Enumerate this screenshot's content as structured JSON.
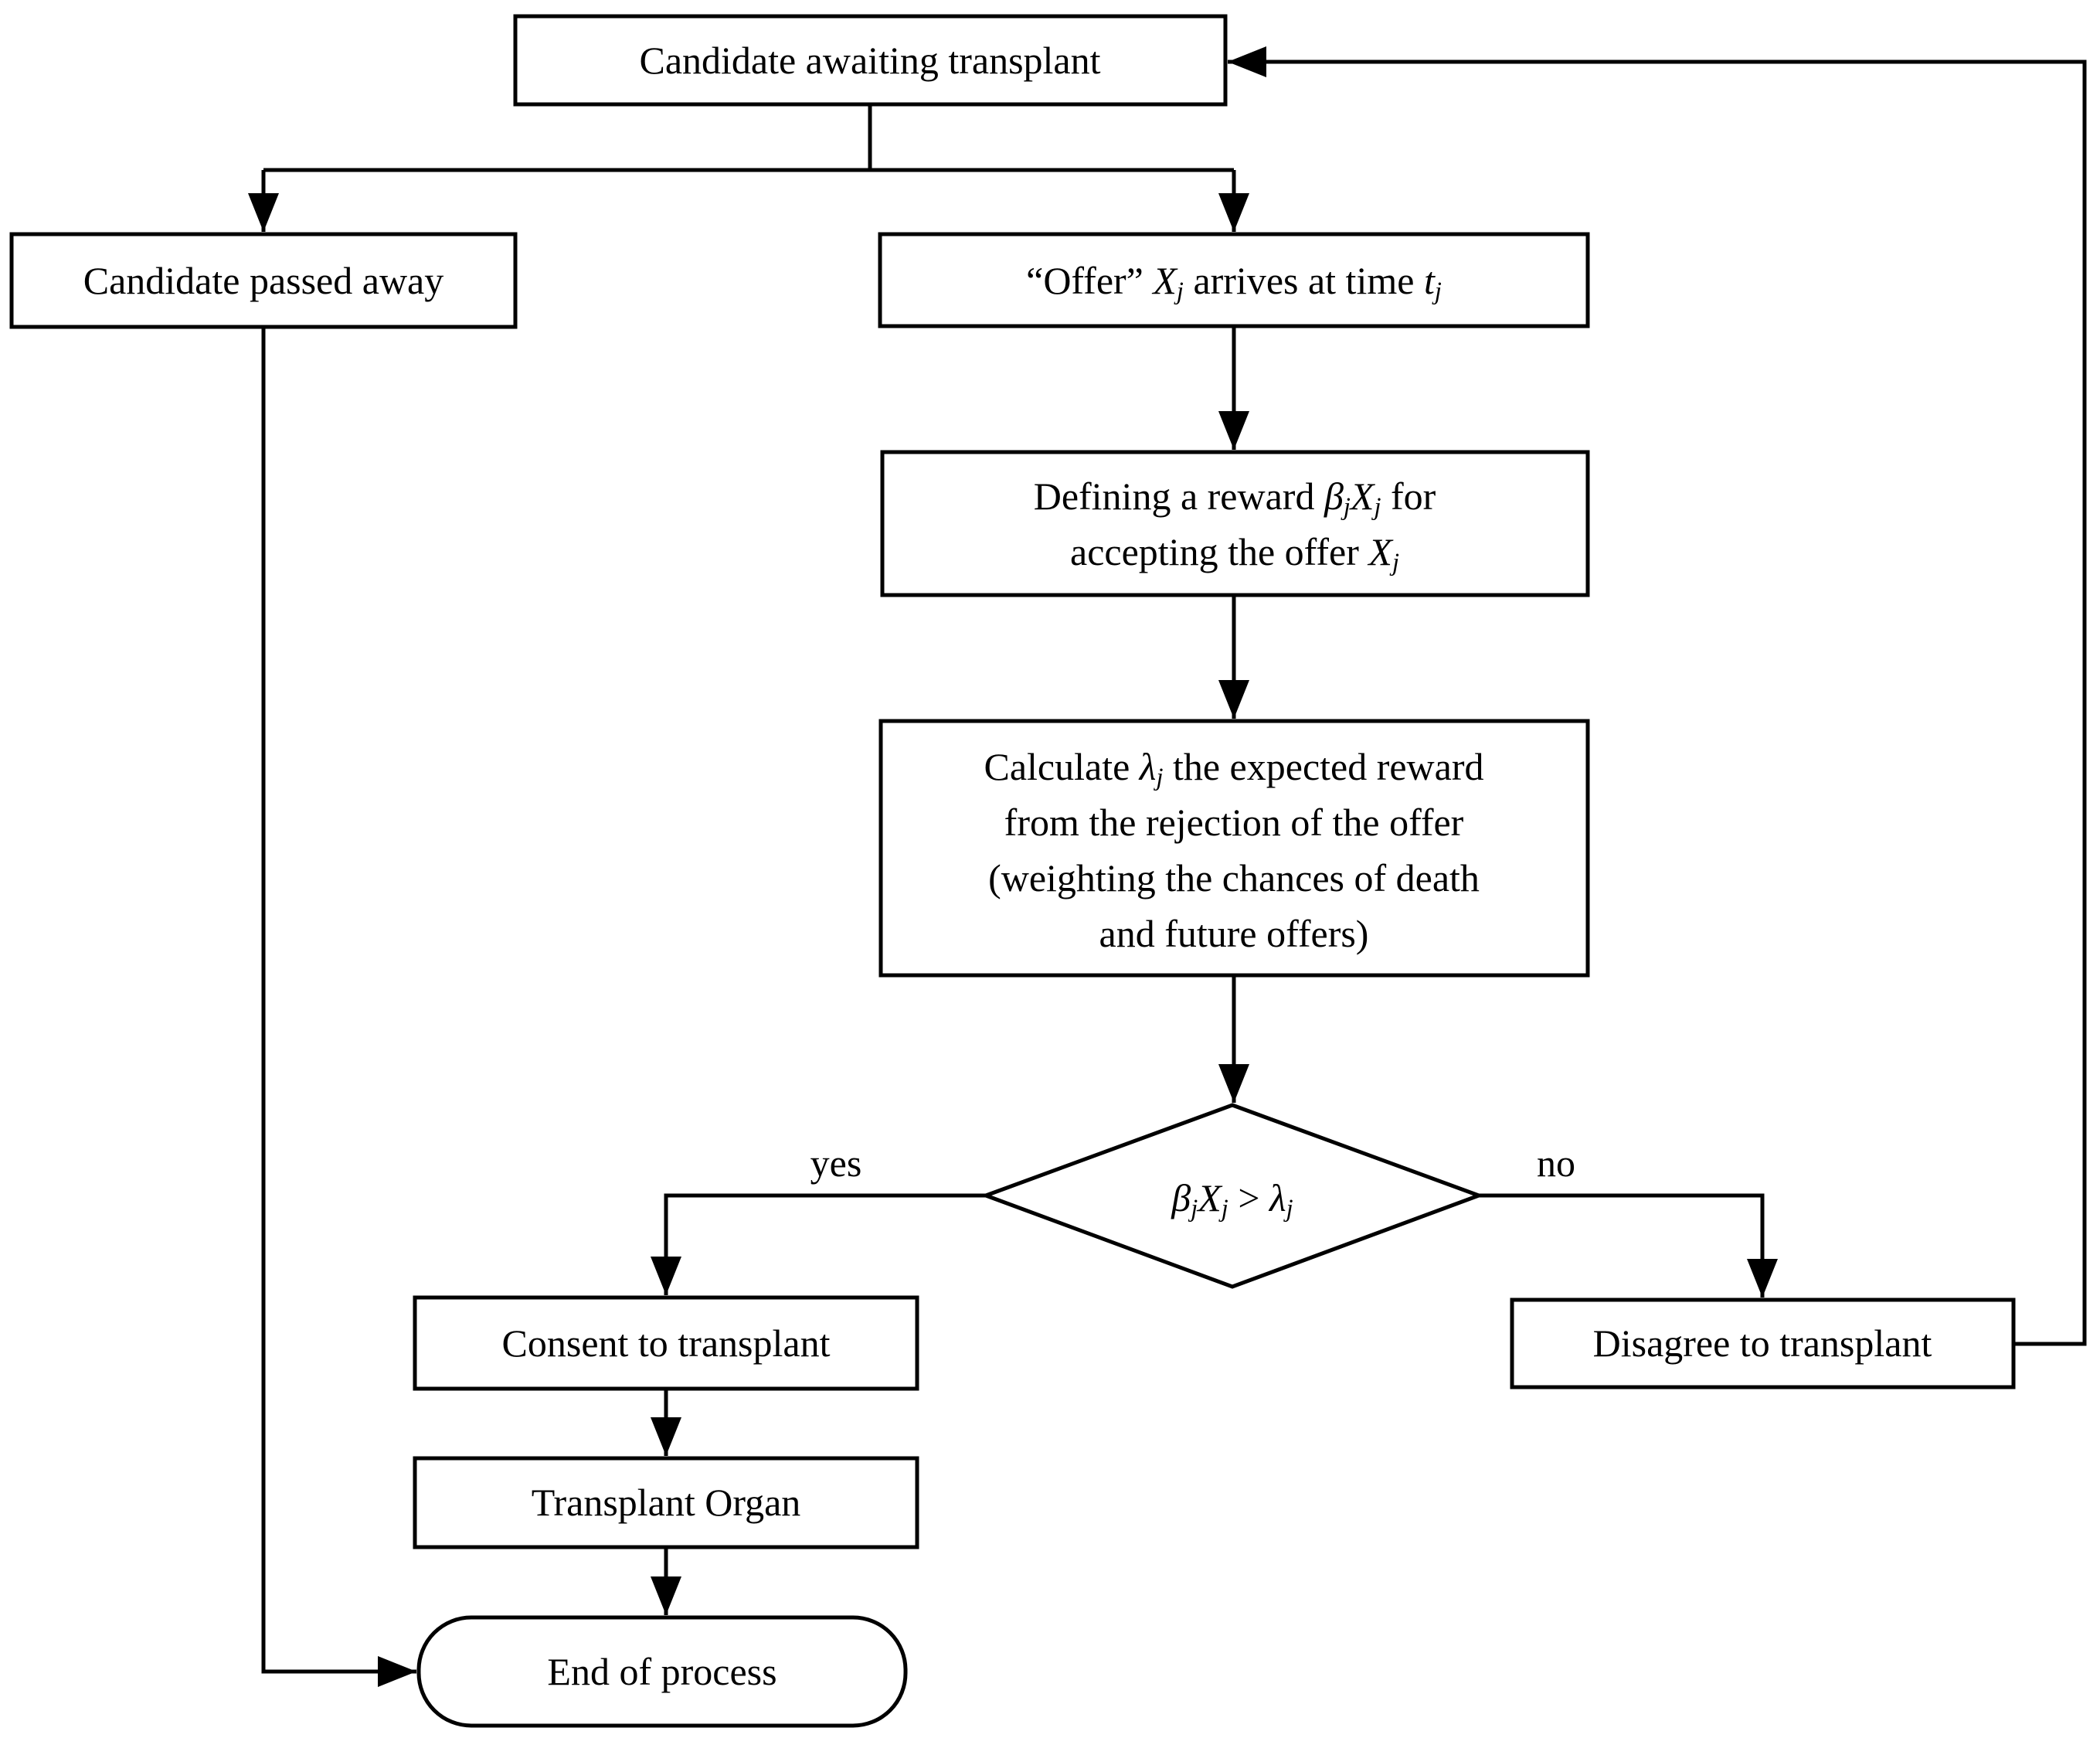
{
  "diagram": {
    "type": "flowchart",
    "colors": {
      "ink": "#000000",
      "background": "#ffffff"
    },
    "nodes": {
      "awaiting": {
        "label": "Candidate awaiting transplant",
        "shape": "rect"
      },
      "passed_away": {
        "label": "Candidate passed away",
        "shape": "rect"
      },
      "offer": {
        "shape": "rect",
        "segments": [
          {
            "t": "“Offer” "
          },
          {
            "t": "X",
            "i": true
          },
          {
            "t": "j",
            "i": true,
            "sub": true
          },
          {
            "t": " arrives at time "
          },
          {
            "t": "t",
            "i": true
          },
          {
            "t": "j",
            "i": true,
            "sub": true
          }
        ]
      },
      "defining": {
        "shape": "rect",
        "lines": [
          [
            {
              "t": "Defining a reward "
            },
            {
              "t": "β",
              "i": true
            },
            {
              "t": "j",
              "i": true,
              "sub": true
            },
            {
              "t": "X",
              "i": true
            },
            {
              "t": "j",
              "i": true,
              "sub": true
            },
            {
              "t": " for"
            }
          ],
          [
            {
              "t": "accepting the offer "
            },
            {
              "t": "X",
              "i": true
            },
            {
              "t": "j",
              "i": true,
              "sub": true
            }
          ]
        ]
      },
      "calculate": {
        "shape": "rect",
        "lines": [
          [
            {
              "t": "Calculate "
            },
            {
              "t": "λ",
              "i": true
            },
            {
              "t": "j",
              "i": true,
              "sub": true
            },
            {
              "t": " the expected reward"
            }
          ],
          [
            {
              "t": "from the rejection of the offer"
            }
          ],
          [
            {
              "t": "(weighting the chances of death"
            }
          ],
          [
            {
              "t": "and future offers)"
            }
          ]
        ]
      },
      "decision": {
        "shape": "diamond",
        "segments": [
          {
            "t": "β",
            "i": true
          },
          {
            "t": "j",
            "i": true,
            "sub": true
          },
          {
            "t": "X",
            "i": true
          },
          {
            "t": "j",
            "i": true,
            "sub": true
          },
          {
            "t": " > "
          },
          {
            "t": "λ",
            "i": true
          },
          {
            "t": "j",
            "i": true,
            "sub": true
          }
        ]
      },
      "consent": {
        "label": "Consent to transplant",
        "shape": "rect"
      },
      "transplant_organ": {
        "label": "Transplant Organ",
        "shape": "rect"
      },
      "disagree": {
        "label": "Disagree to transplant",
        "shape": "rect"
      },
      "end": {
        "label": "End of process",
        "shape": "rounded"
      }
    },
    "edge_labels": {
      "yes": "yes",
      "no": "no"
    }
  }
}
